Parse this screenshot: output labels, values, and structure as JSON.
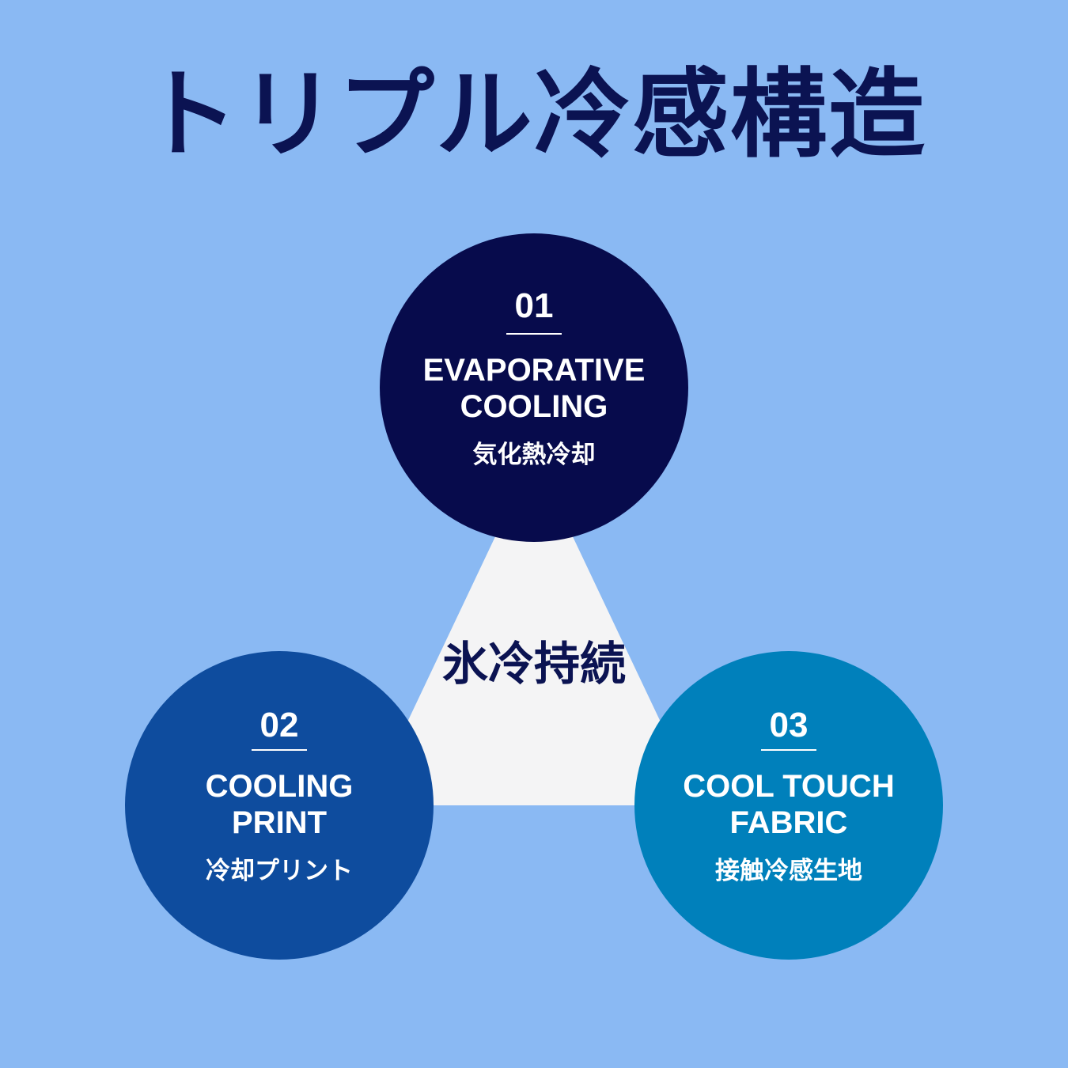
{
  "title": "トリプル冷感構造",
  "center_label": "氷冷持続",
  "nodes": [
    {
      "number": "01",
      "name_en_line1": "EVAPORATIVE",
      "name_en_line2": "COOLING",
      "name_jp": "気化熱冷却",
      "color": "#070B4C"
    },
    {
      "number": "02",
      "name_en_line1": "COOLING",
      "name_en_line2": "PRINT",
      "name_jp": "冷却プリント",
      "color": "#0E4C9E"
    },
    {
      "number": "03",
      "name_en_line1": "COOL TOUCH",
      "name_en_line2": "FABRIC",
      "name_jp": "接触冷感生地",
      "color": "#0080BB"
    }
  ],
  "colors": {
    "background": "#8AB9F3",
    "title": "#0B1352",
    "triangle": "#F4F4F5"
  }
}
